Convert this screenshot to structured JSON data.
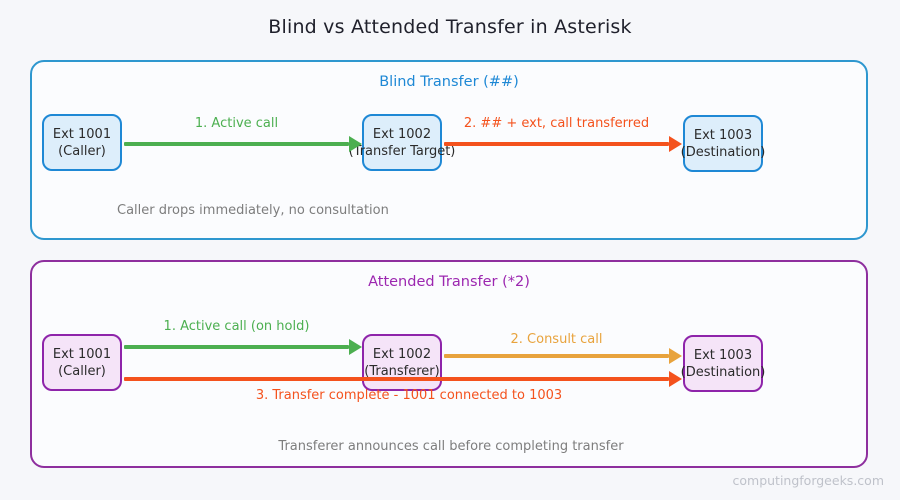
{
  "title": "Blind vs Attended Transfer in Asterisk",
  "watermark": "computingforgeeks.com",
  "colors": {
    "page_bg": "#f6f7fa",
    "panel_bg": "#fbfcfe",
    "title_color": "#20212c",
    "box_text": "#2b2b2b",
    "blind_accent": "#2e97cf",
    "blind_title": "#1e88d5",
    "blind_box_border": "#1e88d5",
    "blind_box_fill": "#ddeefb",
    "attended_accent": "#8e2f9e",
    "attended_title": "#9c27b0",
    "attended_box_border": "#8e24aa",
    "attended_box_fill": "#f5e4f8",
    "green": "#4caf50",
    "orange_red": "#f4521d",
    "gold": "#e8a33d",
    "note_gray": "#7d7d7d",
    "watermark_gray": "#bfc2ca"
  },
  "panels": [
    {
      "title": "Blind Transfer (##)",
      "note": "Caller drops immediately, no consultation",
      "boxes": [
        {
          "title": "Ext 1001",
          "subtitle": "(Caller)"
        },
        {
          "title": "Ext 1002",
          "subtitle": "(Transfer Target)"
        },
        {
          "title": "Ext 1003",
          "subtitle": "(Destination)"
        }
      ],
      "arrows": [
        {
          "label": "1. Active call",
          "color": "#4caf50"
        },
        {
          "label": "2. ## + ext, call transferred",
          "color": "#f4521d"
        }
      ]
    },
    {
      "title": "Attended Transfer (*2)",
      "note": "Transferer announces call before completing transfer",
      "boxes": [
        {
          "title": "Ext 1001",
          "subtitle": "(Caller)"
        },
        {
          "title": "Ext 1002",
          "subtitle": "(Transferer)"
        },
        {
          "title": "Ext 1003",
          "subtitle": "(Destination)"
        }
      ],
      "arrows": [
        {
          "label": "1. Active call (on hold)",
          "color": "#4caf50"
        },
        {
          "label": "2. Consult call",
          "color": "#e8a33d"
        },
        {
          "label": "3. Transfer complete - 1001 connected to 1003",
          "color": "#f4521d"
        }
      ]
    }
  ]
}
